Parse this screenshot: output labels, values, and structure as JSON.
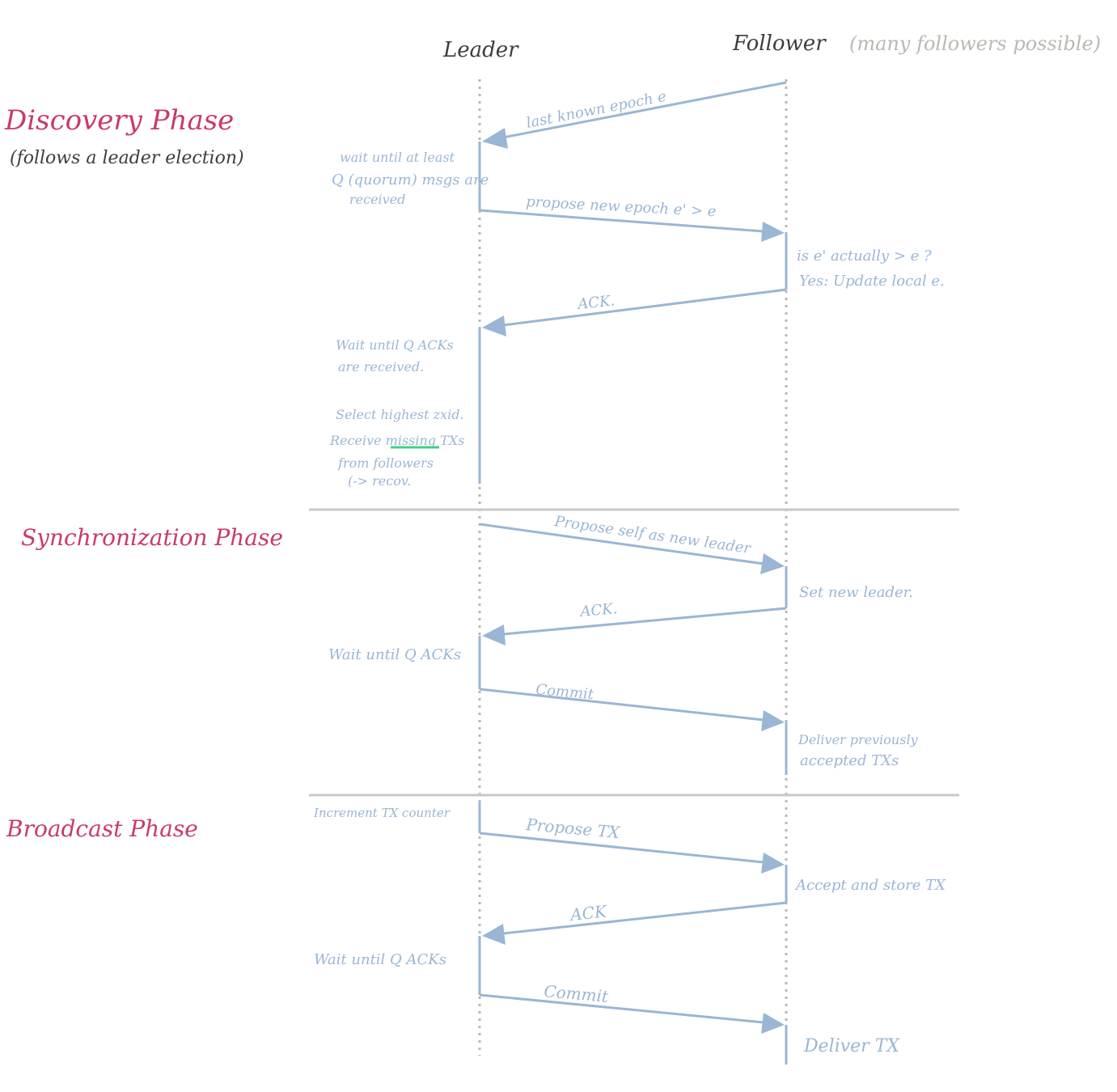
{
  "lanes": {
    "leader": "Leader",
    "follower": "Follower",
    "follower_note": "(many followers possible)"
  },
  "phases": {
    "discovery": {
      "title": "Discovery Phase",
      "subtitle": "(follows a leader election)"
    },
    "synchronization": {
      "title": "Synchronization Phase"
    },
    "broadcast": {
      "title": "Broadcast Phase"
    }
  },
  "messages": [
    {
      "id": "m1",
      "label": "last known epoch e",
      "direction": "follower-to-leader"
    },
    {
      "id": "m2",
      "label": "propose new epoch e' > e",
      "direction": "leader-to-follower"
    },
    {
      "id": "m3",
      "label": "ACK.",
      "direction": "follower-to-leader"
    },
    {
      "id": "m4",
      "label": "Propose self as new leader",
      "direction": "leader-to-follower"
    },
    {
      "id": "m5",
      "label": "ACK.",
      "direction": "follower-to-leader"
    },
    {
      "id": "m6",
      "label": "Commit",
      "direction": "leader-to-follower"
    },
    {
      "id": "m7",
      "label": "Propose TX",
      "direction": "leader-to-follower"
    },
    {
      "id": "m8",
      "label": "ACK",
      "direction": "follower-to-leader"
    },
    {
      "id": "m9",
      "label": "Commit",
      "direction": "leader-to-follower"
    }
  ],
  "notes": {
    "leader_wait_quorum": [
      "wait until at least",
      "Q (quorum) msgs are",
      "received"
    ],
    "follower_check_epoch": [
      "is e' actually > e ?",
      "Yes: Update local e."
    ],
    "leader_wait_acks": [
      "Wait until Q ACKs",
      "are received."
    ],
    "leader_select_zxid": [
      "Select highest zxid.",
      "Receive missing TXs",
      "from followers",
      "(-> recov."
    ],
    "follower_set_leader": "Set new leader.",
    "leader_wait_acks_sync": "Wait until Q ACKs",
    "follower_deliver_prev": [
      "Deliver previously",
      "accepted TXs"
    ],
    "leader_increment_tx": "Increment TX counter",
    "follower_accept_store": "Accept and store TX",
    "leader_wait_acks_bcast": "Wait until Q ACKs",
    "follower_deliver_tx": "Deliver TX"
  },
  "colors": {
    "phase_title": "#c93a6a",
    "message": "#9ab6d4",
    "lane_label": "#3a3f3e",
    "lane_note": "#bcb8b2",
    "divider": "#c8c8c6",
    "highlight": "#3ed08a"
  }
}
